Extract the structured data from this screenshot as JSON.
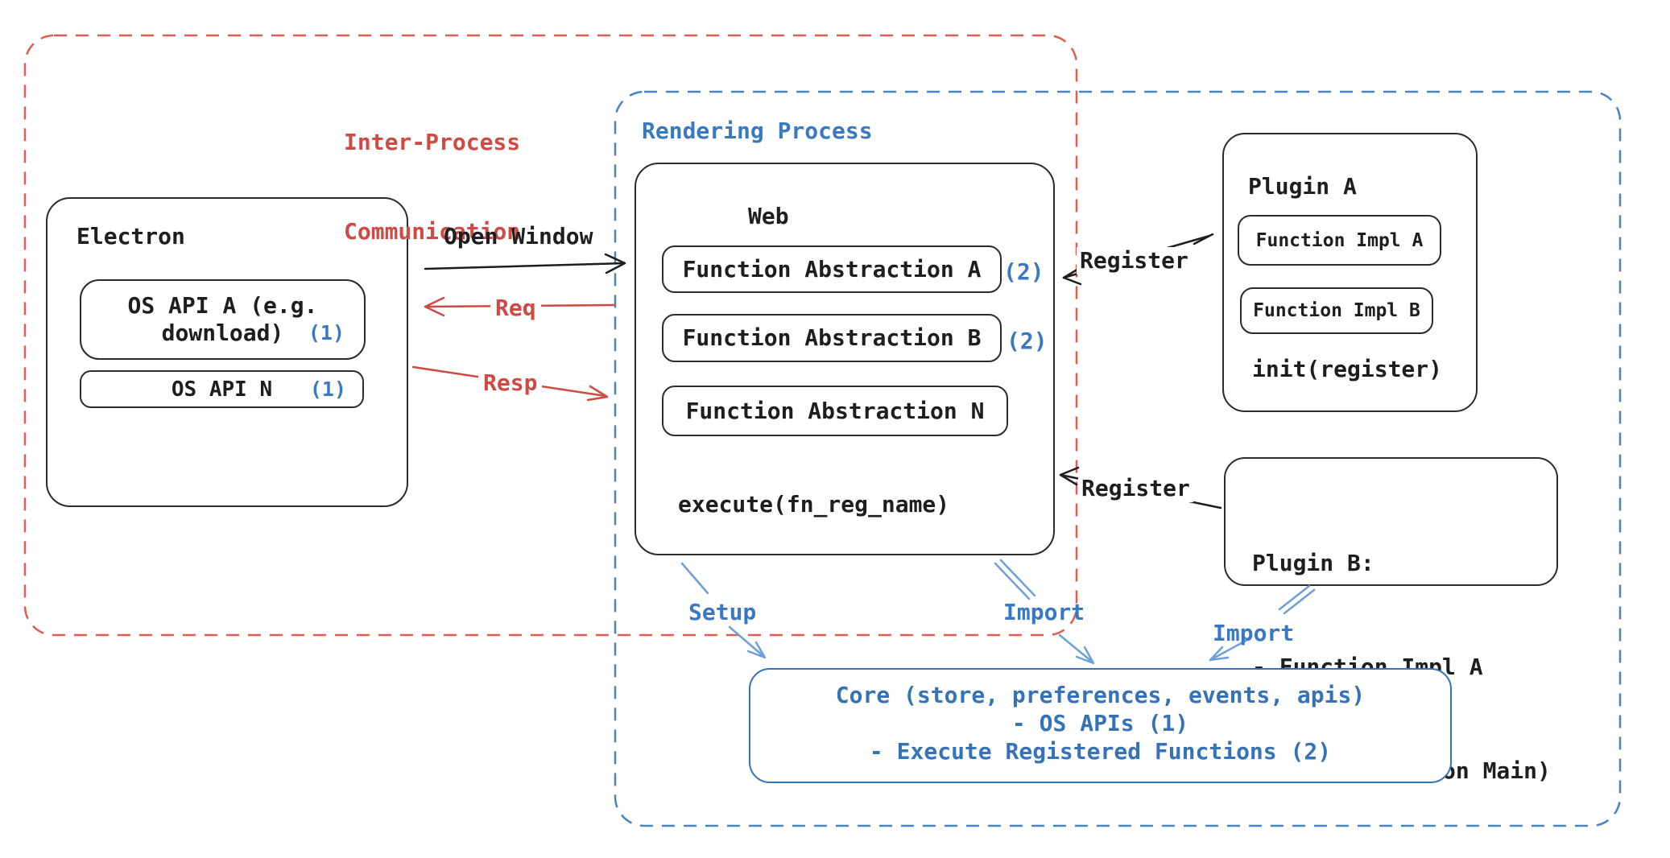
{
  "colors": {
    "red_text": "#cf4a43",
    "red_frame": "#e15b50",
    "blue_text": "#3b78c4",
    "blue_frame": "#4584c9",
    "blue_arrow": "#6f9fd8",
    "core_blue": "#3572b8",
    "stroke_black": "#2b2b2b"
  },
  "ipc_frame": {
    "label_line1": "Inter-Process",
    "label_line2": "Communication"
  },
  "rendering_frame": {
    "label": "Rendering Process"
  },
  "electron": {
    "title": "Electron",
    "os_api_a": {
      "line1": "OS API A (e.g.",
      "line2": "download)",
      "badge": "(1)"
    },
    "os_api_n": {
      "label": "OS API N",
      "badge": "(1)"
    }
  },
  "web": {
    "title": "Web",
    "items": {
      "a": {
        "label": "Function Abstraction A",
        "badge": "(2)"
      },
      "b": {
        "label": "Function Abstraction B",
        "badge": "(2)"
      },
      "n": {
        "label": "Function Abstraction N"
      }
    },
    "execute": "execute(fn_reg_name)"
  },
  "plugin_a": {
    "title": "Plugin A",
    "impl_a": "Function Impl A",
    "impl_b": "Function Impl B",
    "init": "init(register)"
  },
  "plugin_b": {
    "line1": "Plugin B:",
    "line2": "- Function Impl A",
    "line3": "- Module (run on Main)"
  },
  "core": {
    "line1": "Core (store, preferences, events, apis)",
    "line2": "- OS APIs (1)",
    "line3": "- Execute Registered Functions (2)"
  },
  "labels": {
    "open_window": "Open Window",
    "req": "Req",
    "resp": "Resp",
    "register_plugin_a": "Register",
    "register_plugin_b": "Register",
    "setup": "Setup",
    "import_web": "Import",
    "import_plugin_b": "Import"
  }
}
